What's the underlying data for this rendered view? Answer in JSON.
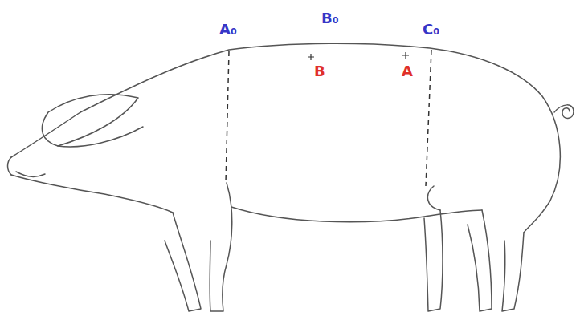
{
  "diagram": {
    "labels": [
      "A₀",
      "B₀",
      "C₀",
      "B",
      "A"
    ]
  }
}
